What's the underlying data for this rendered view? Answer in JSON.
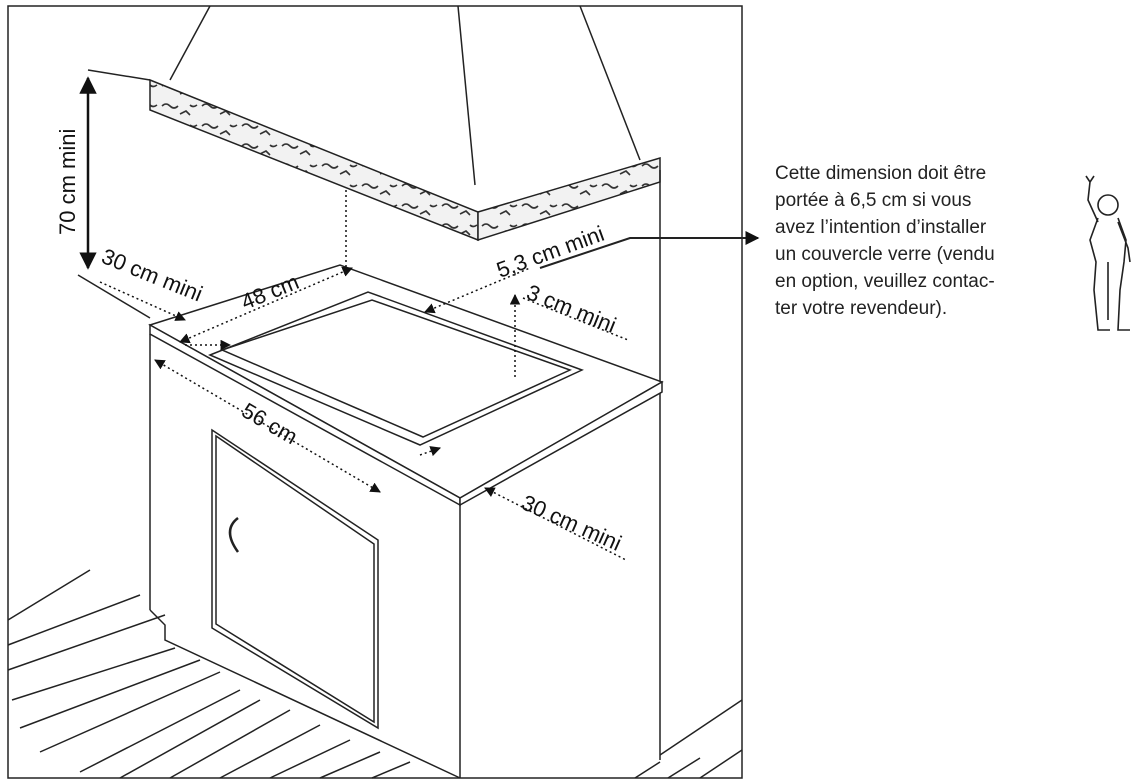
{
  "diagram": {
    "labels": {
      "height_min": "70 cm mini",
      "left_clearance": "30 cm mini",
      "cutout_depth": "48 cm",
      "cutout_width": "56 cm",
      "back_clearance": "5,3 cm mini",
      "side_clearance": "3 cm mini",
      "right_clearance": "30 cm mini"
    },
    "note": {
      "lines": [
        "Cette dimension doit être",
        "portée à 6,5 cm si vous",
        "avez l’intention d’installer",
        "un couvercle verre (vendu",
        "en option, veuillez contac-",
        "ter votre revendeur)."
      ]
    }
  }
}
